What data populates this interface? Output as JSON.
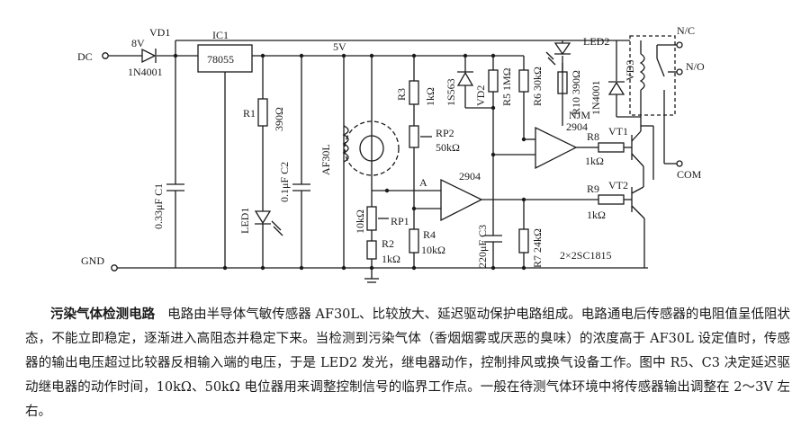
{
  "labels": {
    "dc": "DC",
    "gnd": "GND",
    "v8": "8V",
    "vd1": "VD1",
    "vd1_part": "1N4001",
    "ic1": "IC1",
    "ic1_part": "78055",
    "v5": "5V",
    "c1": "0.33μF C1",
    "r1": "R1",
    "r1_val": "390Ω",
    "c2": "0.1μF C2",
    "led1": "LED1",
    "af30l": "AF30L",
    "rp1_val": "10kΩ",
    "rp1": "RP1",
    "r2": "R2",
    "r2_val": "1kΩ",
    "r3": "R3",
    "r3_val": "1kΩ",
    "rp2": "RP2",
    "rp2_val": "50kΩ",
    "r4": "R4",
    "r4_val": "10kΩ",
    "node_a": "A",
    "is563": "1S563",
    "vd2": "VD2",
    "r5": "R5 1MΩ",
    "r6": "R6 30kΩ",
    "r7": "R7 24kΩ",
    "c3": "220μF C3",
    "cmp1": "2904",
    "led2": "LED2",
    "r10": "R10 390Ω",
    "vd3": "VD3",
    "vd3_part": "1N4001",
    "njm": "NJM",
    "njm_part": "2904",
    "r8": "R8",
    "r8_val": "1kΩ",
    "r9": "R9",
    "r9_val": "1kΩ",
    "vt1": "VT1",
    "vt2": "VT2",
    "transistors": "2×2SC1815",
    "nc": "N/C",
    "no": "N/O",
    "com": "COM"
  },
  "caption": {
    "title": "污染气体检测电路",
    "body": "电路由半导体气敏传感器 AF30L、比较放大、延迟驱动保护电路组成。电路通电后传感器的电阻值呈低阻状态，不能立即稳定，逐渐进入高阻态并稳定下来。当检测到污染气体（香烟烟雾或厌恶的臭味）的浓度高于 AF30L 设定值时，传感器的输出电压超过比较器反相输入端的电压，于是 LED2 发光，继电器动作，控制排风或换气设备工作。图中 R5、C3 决定延迟驱动继电器的动作时间，10kΩ、50kΩ 电位器用来调整控制信号的临界工作点。一般在待测气体环境中将传感器输出调整在 2～3V 左右。"
  }
}
